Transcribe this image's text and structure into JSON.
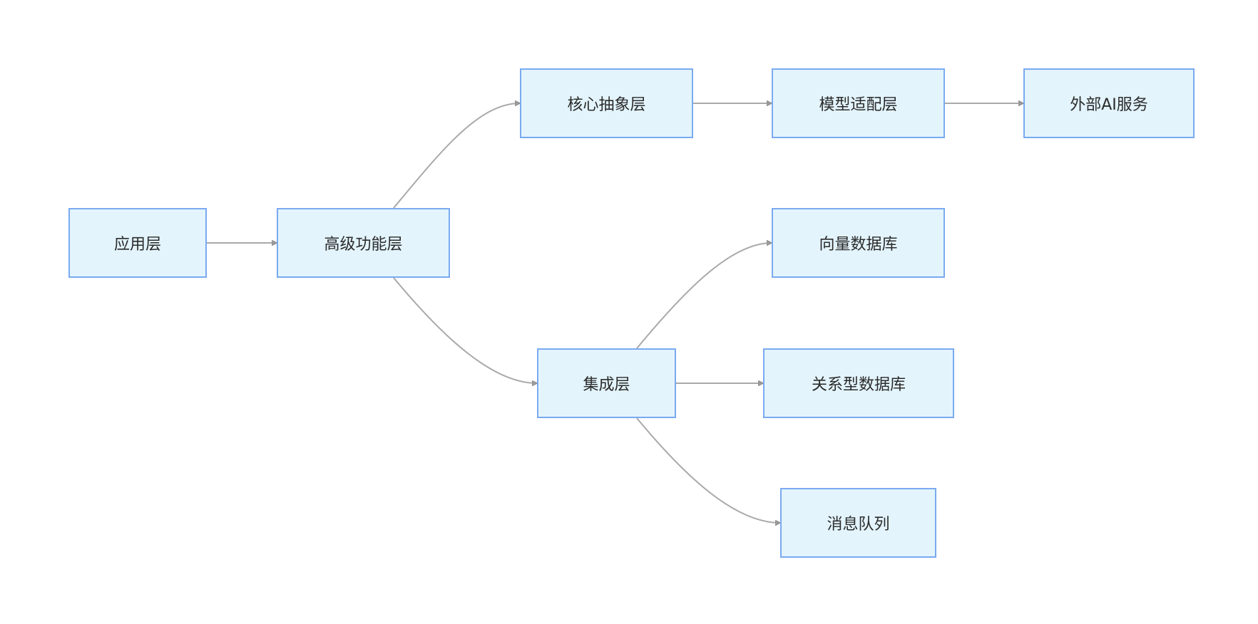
{
  "diagram": {
    "nodes": {
      "app": "应用层",
      "advanced": "高级功能层",
      "core": "核心抽象层",
      "model": "模型适配层",
      "external_ai": "外部AI服务",
      "integration": "集成层",
      "vector_db": "向量数据库",
      "relational_db": "关系型数据库",
      "message_queue": "消息队列"
    },
    "edges": [
      {
        "from": "app",
        "to": "advanced"
      },
      {
        "from": "advanced",
        "to": "core"
      },
      {
        "from": "advanced",
        "to": "integration"
      },
      {
        "from": "core",
        "to": "model"
      },
      {
        "from": "model",
        "to": "external_ai"
      },
      {
        "from": "integration",
        "to": "vector_db"
      },
      {
        "from": "integration",
        "to": "relational_db"
      },
      {
        "from": "integration",
        "to": "message_queue"
      }
    ],
    "colors": {
      "node_fill": "#e3f4fc",
      "node_border": "#7aaaf0",
      "edge_line": "#a9a9a9",
      "arrowhead": "#9a9a9a"
    }
  }
}
